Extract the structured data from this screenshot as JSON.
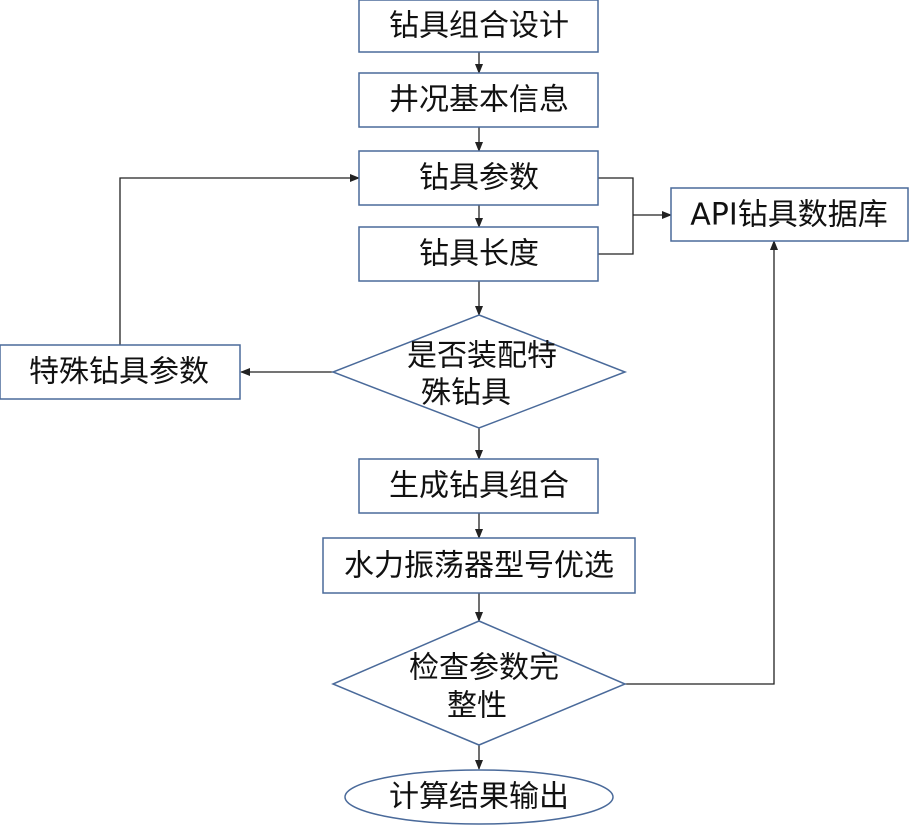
{
  "nodes": {
    "bha_design": "钻具组合设计",
    "well_info": "井况基本信息",
    "tool_params": "钻具参数",
    "tool_length": "钻具长度",
    "api_db": "API钻具数据库",
    "special_question_1": "是否装配特",
    "special_question_2": "殊钻具",
    "special_tools": "特殊钻具参数",
    "generate_bha": "生成钻具组合",
    "oscillator_select": "水力振荡器型号优选",
    "check_question_1": "检查参数完",
    "check_question_2": "整性",
    "output": "计算结果输出"
  }
}
